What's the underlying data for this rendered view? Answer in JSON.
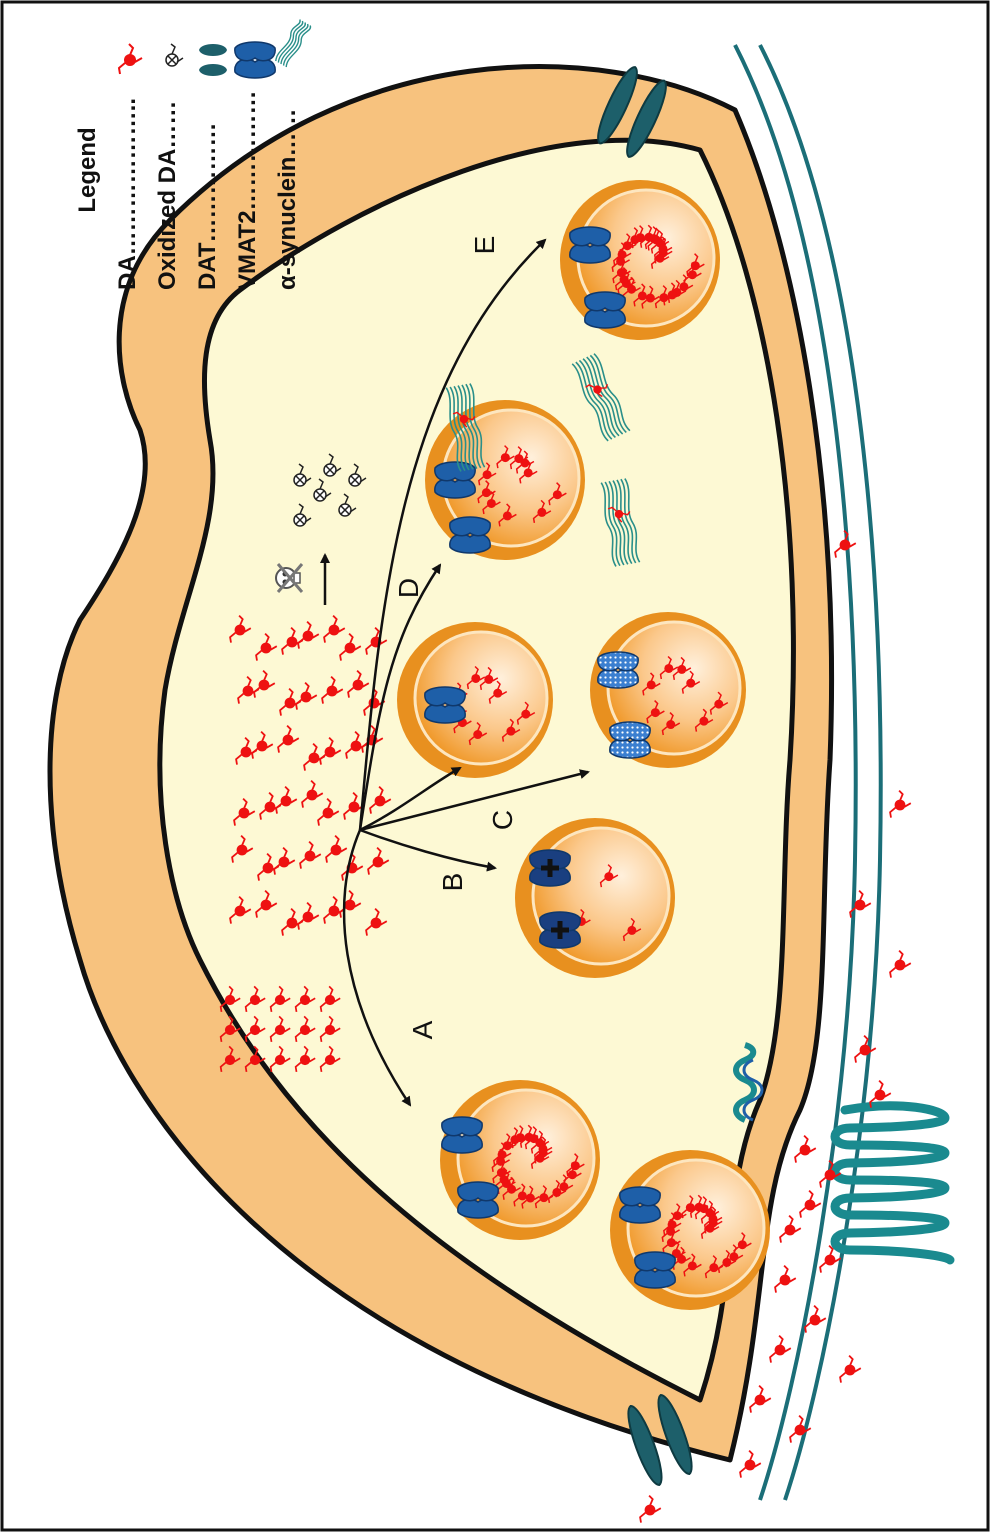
{
  "legend": {
    "title": "Legend",
    "entries": [
      {
        "key": "da",
        "label": "DA……………….."
      },
      {
        "key": "oxda",
        "label": "Oxidized DA……"
      },
      {
        "key": "dat",
        "label": "DAT……………"
      },
      {
        "key": "vmat",
        "label": "VMAT2……………"
      },
      {
        "key": "asyn",
        "label": "α-synuclein……"
      }
    ]
  },
  "pathways": {
    "a": "A",
    "b": "B",
    "c": "C",
    "d": "D",
    "e": "E"
  },
  "colors": {
    "membrane": "#f7c27e",
    "cytosol": "#fdf9d4",
    "outline": "#111111",
    "dopamine": "#ee1111",
    "transporter": "#1e5fa8",
    "channel": "#1d5f6a",
    "receptor": "#1a8a8f",
    "postsynaptic": "#1b6e78",
    "vesicle": "#f7a135"
  }
}
